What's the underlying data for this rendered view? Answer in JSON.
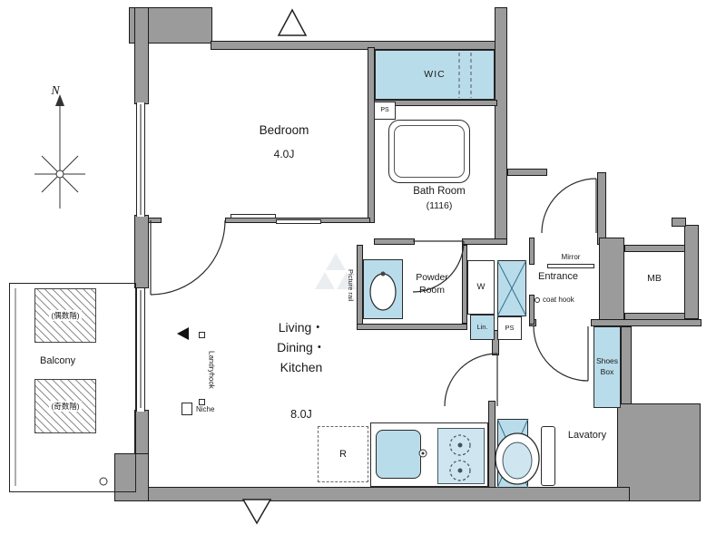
{
  "compass": {
    "north": "N"
  },
  "rooms": {
    "bedroom": {
      "name": "Bedroom",
      "size": "4.0J"
    },
    "wic": {
      "name": "WIC"
    },
    "bath": {
      "name": "Bath Room",
      "size": "(1116)"
    },
    "powder": {
      "name_line1": "Powder",
      "name_line2": "Room"
    },
    "entrance": {
      "name": "Entrance"
    },
    "ldk": {
      "name_line1": "Living・",
      "name_line2": "Dining・",
      "name_line3": "Kitchen",
      "size": "8.0J"
    },
    "balcony": {
      "name": "Balcony",
      "hatch_even": "(偶数階)",
      "hatch_odd": "(奇数階)"
    },
    "lavatory": {
      "name": "Lavatory"
    },
    "mb": {
      "name": "MB"
    },
    "shoes_box": {
      "name_line1": "Shoes",
      "name_line2": "Box"
    }
  },
  "fixtures": {
    "ps_top": "PS",
    "ps_mid": "PS",
    "washer": "W",
    "linen": "Lin.",
    "fridge": "R",
    "niche": "Niche",
    "laundry_hook": "Landryhook",
    "picture_rail": "Picture rail",
    "mirror": "Mirror",
    "coat_hook": "coat hook"
  },
  "colors": {
    "wall_fill": "#9b9b9b",
    "wall_line": "#1b1b1b",
    "fixture_fill": "#b9dcea",
    "line": "#2a2a2a"
  }
}
